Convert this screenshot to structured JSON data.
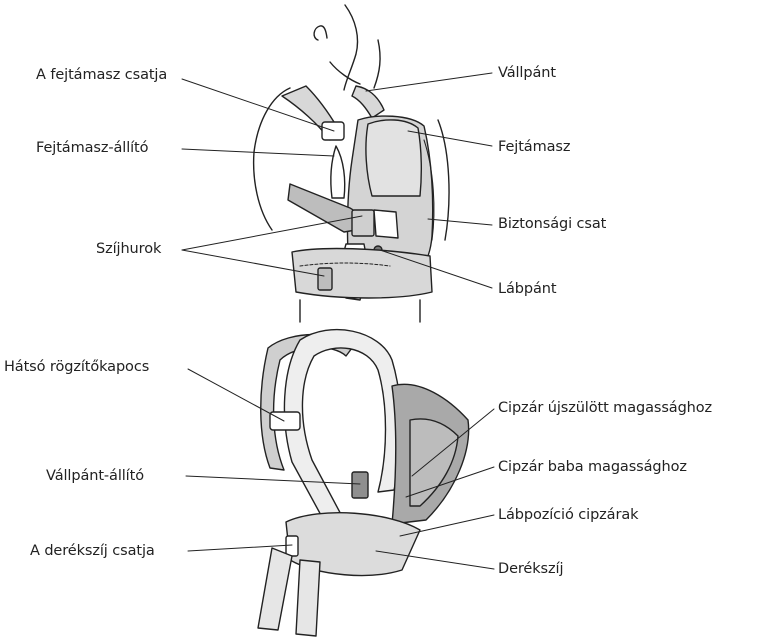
{
  "labels": {
    "head_support_buckle": "A fejtámasz csatja",
    "head_support_adjuster": "Fejtámasz-állító",
    "strap_loops": "Szíjhurok",
    "shoulder_strap": "Vállpánt",
    "head_support": "Fejtámasz",
    "safety_buckle": "Biztonsági csat",
    "leg_strap": "Lábpánt",
    "back_fastener": "Hátsó rögzítőkapocs",
    "shoulder_strap_adjuster": "Vállpánt-állító",
    "waist_belt_buckle": "A derékszíj csatja",
    "zip_newborn_height": "Cipzár újszülött magassághoz",
    "zip_baby_height": "Cipzár baba magassághoz",
    "leg_position_zips": "Lábpozíció cipzárak",
    "waist_belt": "Derékszíj"
  },
  "colors": {
    "line": "#222222",
    "fabric_light": "#e6e6e6",
    "fabric_mid": "#cfcfcf",
    "fabric_dark": "#a9a9a9",
    "background": "#ffffff"
  }
}
